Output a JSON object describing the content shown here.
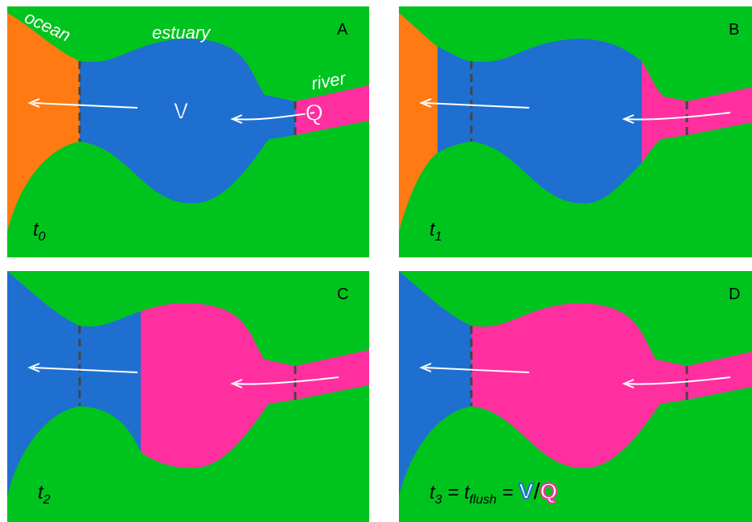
{
  "panels": [
    {
      "letter": "A",
      "time_base": "t",
      "time_sub": "0"
    },
    {
      "letter": "B",
      "time_base": "t",
      "time_sub": "1"
    },
    {
      "letter": "C",
      "time_base": "t",
      "time_sub": "2"
    },
    {
      "letter": "D",
      "time_base": "t",
      "time_sub": "3"
    }
  ],
  "labels": {
    "ocean": "ocean",
    "estuary": "estuary",
    "river": "river",
    "volume": "V",
    "discharge": "Q"
  },
  "formula": {
    "eq1": " = ",
    "t_flush_base": "t",
    "t_flush_sub": "flush",
    "eq2": " = ",
    "slash": "/"
  },
  "colors": {
    "land": "#00c41e",
    "ocean": "#ff7a12",
    "estuary_water": "#1f6fd1",
    "river_water": "#ff2fa0"
  }
}
